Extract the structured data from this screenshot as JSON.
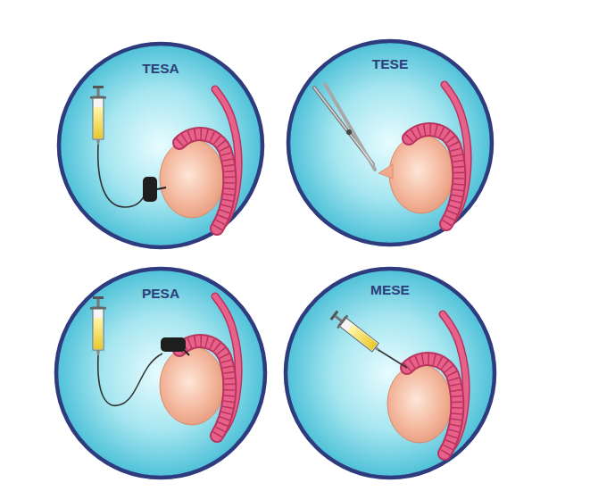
{
  "diagram": {
    "nodes": [
      {
        "text": [
          "TESA"
        ]
      },
      {
        "text": [
          "TESE"
        ]
      },
      {
        "text": [
          "PESA"
        ]
      },
      {
        "text": [
          "MESE"
        ]
      }
    ]
  }
}
